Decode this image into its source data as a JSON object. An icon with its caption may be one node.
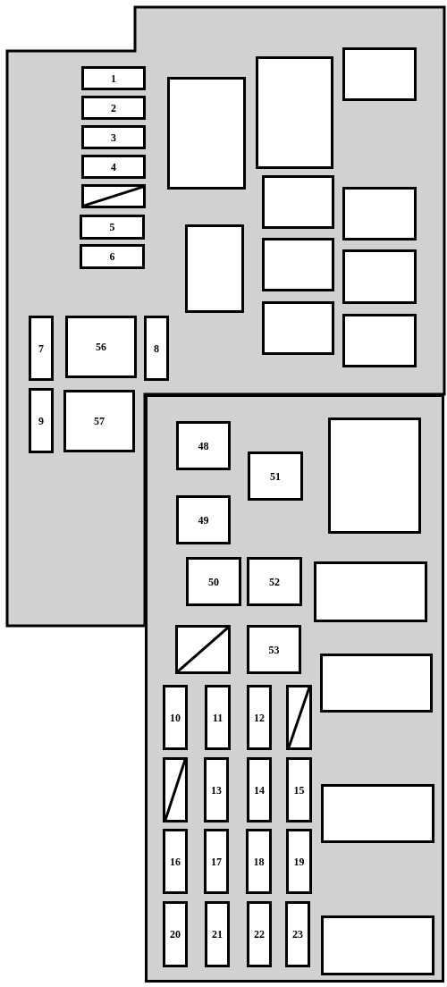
{
  "diagram": {
    "nodes": [
      {
        "text": [],
        "shape": "box"
      },
      {
        "text": [
          "1"
        ],
        "in": 0
      },
      {
        "text": [
          "2"
        ],
        "in": 0
      },
      {
        "text": [
          "3"
        ],
        "in": 0
      },
      {
        "text": [
          "4"
        ],
        "in": 0
      },
      {
        "text": [],
        "shape": "box",
        "in": 0
      },
      {
        "text": [
          "5"
        ],
        "in": 0
      },
      {
        "text": [
          "6"
        ],
        "in": 0
      },
      {
        "text": [],
        "shape": "box",
        "in": 0
      },
      {
        "text": [],
        "shape": "box",
        "in": 0
      },
      {
        "text": [],
        "shape": "box",
        "in": 0
      },
      {
        "text": [],
        "shape": "box",
        "in": 0
      },
      {
        "text": [],
        "shape": "box",
        "in": 0
      },
      {
        "text": [],
        "shape": "box",
        "in": 0
      },
      {
        "text": [],
        "shape": "box",
        "in": 0
      },
      {
        "text": [],
        "shape": "box",
        "in": 0
      },
      {
        "text": [],
        "shape": "box",
        "in": 0
      },
      {
        "text": [],
        "shape": "box",
        "in": 0
      },
      {
        "text": [
          "7"
        ],
        "in": 0
      },
      {
        "text": [
          "56"
        ],
        "in": 0
      },
      {
        "text": [
          "8"
        ],
        "in": 0
      },
      {
        "text": [
          "9"
        ],
        "in": 0
      },
      {
        "text": [
          "57"
        ],
        "in": 0
      },
      {
        "text": [],
        "shape": "box"
      },
      {
        "text": [
          "48"
        ],
        "in": 23
      },
      {
        "text": [
          "51"
        ],
        "in": 23
      },
      {
        "text": [],
        "shape": "box",
        "in": 23
      },
      {
        "text": [
          "49"
        ],
        "in": 23
      },
      {
        "text": [
          "50"
        ],
        "in": 23
      },
      {
        "text": [
          "52"
        ],
        "in": 23
      },
      {
        "text": [],
        "shape": "box",
        "in": 23
      },
      {
        "text": [],
        "shape": "box",
        "in": 23
      },
      {
        "text": [
          "53"
        ],
        "in": 23
      },
      {
        "text": [],
        "shape": "box",
        "in": 23
      },
      {
        "text": [
          "10"
        ],
        "in": 23
      },
      {
        "text": [
          "11"
        ],
        "in": 23
      },
      {
        "text": [
          "12"
        ],
        "in": 23
      },
      {
        "text": [],
        "shape": "box",
        "in": 23
      },
      {
        "text": [],
        "shape": "box",
        "in": 23
      },
      {
        "text": [
          "13"
        ],
        "in": 23
      },
      {
        "text": [
          "14"
        ],
        "in": 23
      },
      {
        "text": [
          "15"
        ],
        "in": 23
      },
      {
        "text": [],
        "shape": "box",
        "in": 23
      },
      {
        "text": [
          "16"
        ],
        "in": 23
      },
      {
        "text": [
          "17"
        ],
        "in": 23
      },
      {
        "text": [
          "18"
        ],
        "in": 23
      },
      {
        "text": [
          "19"
        ],
        "in": 23
      },
      {
        "text": [
          "20"
        ],
        "in": 23
      },
      {
        "text": [
          "21"
        ],
        "in": 23
      },
      {
        "text": [
          "22"
        ],
        "in": 23
      },
      {
        "text": [
          "23"
        ],
        "in": 23
      },
      {
        "text": [],
        "shape": "box",
        "in": 23
      }
    ]
  }
}
